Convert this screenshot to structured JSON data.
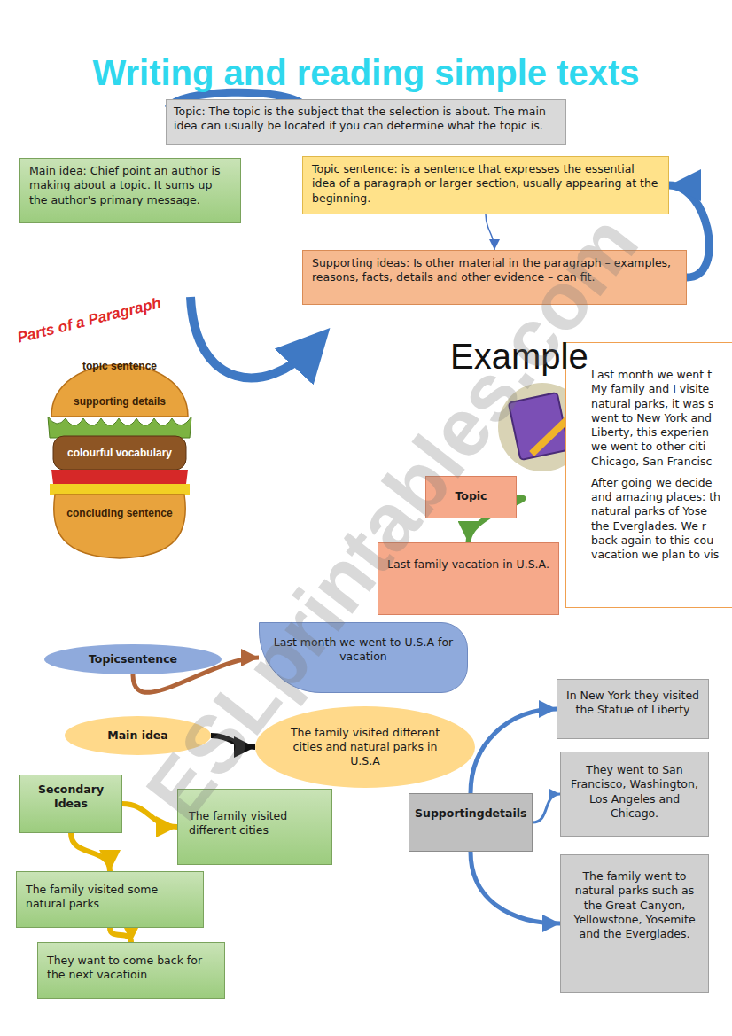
{
  "diagram": {
    "title": "Writing and reading simple texts",
    "nodes": [
      {
        "text": [
          "Topic: The topic is the subject that the selection is about. The main idea can usually be located if you can determine what the topic is."
        ]
      },
      {
        "text": [
          "Main idea: Chief point an author is making about a topic. It sums up the author's primary message."
        ]
      },
      {
        "text": [
          "Topic sentence: is a sentence that expresses the essential idea of a paragraph or larger section, usually appearing at the beginning."
        ]
      },
      {
        "text": [
          "Supporting ideas: Is other material in the paragraph – examples, reasons, facts, details and other evidence – can fit."
        ]
      },
      {
        "text": [
          "Last month we went t My family and I visite natural parks, it was s went to New York and Liberty, this experien we went to other citi Chicago, San Francisc",
          "After going we decide and amazing places: th natural parks of Yose the Everglades. We r back again to this cou vacation we plan to vis"
        ]
      },
      {
        "text": [
          "Topic"
        ]
      },
      {
        "text": [
          "Last family vacation in U.S.A."
        ]
      },
      {
        "text": [
          "Topicsentence"
        ]
      },
      {
        "text": [
          "Last month we went to U.S.A for vacation"
        ]
      },
      {
        "text": [
          "Main idea"
        ]
      },
      {
        "text": [
          "The family visited different cities and natural parks in U.S.A"
        ]
      },
      {
        "text": [
          "Secondary Ideas"
        ]
      },
      {
        "text": [
          "The family visited different cities"
        ]
      },
      {
        "text": [
          "The family visited some natural parks"
        ]
      },
      {
        "text": [
          "They want to come back for the next vacatioin"
        ]
      },
      {
        "text": [
          "Supportingdetails"
        ]
      },
      {
        "text": [
          "In New York they visited the Statue of Liberty"
        ]
      },
      {
        "text": [
          "They went to San Francisco, Washington, Los Angeles and Chicago."
        ]
      },
      {
        "text": [
          "The family went to natural parks such as the Great Canyon, Yellowstone, Yosemite and the Everglades."
        ]
      }
    ],
    "edges": [
      {
        "from": 2,
        "to": 3,
        "arrow": "to"
      },
      {
        "from": 3,
        "to": 2,
        "arrow": "to"
      },
      {
        "from": 5,
        "to": 6,
        "arrow": "to"
      },
      {
        "from": 7,
        "to": 8,
        "arrow": "to"
      },
      {
        "from": 9,
        "to": 10,
        "arrow": "to"
      },
      {
        "from": 11,
        "to": 12,
        "arrow": "to"
      },
      {
        "from": 11,
        "to": 13,
        "arrow": "to"
      },
      {
        "from": 13,
        "to": 14,
        "arrow": "to"
      },
      {
        "from": 15,
        "to": 16,
        "arrow": "to"
      },
      {
        "from": 15,
        "to": 17,
        "arrow": "to"
      },
      {
        "from": 15,
        "to": 18,
        "arrow": "to"
      }
    ],
    "labels": [
      "Example",
      "Parts of a Paragraph",
      "topic sentence",
      "supporting details",
      "colourful vocabulary",
      "concluding sentence",
      "ESLprintables.com"
    ]
  }
}
